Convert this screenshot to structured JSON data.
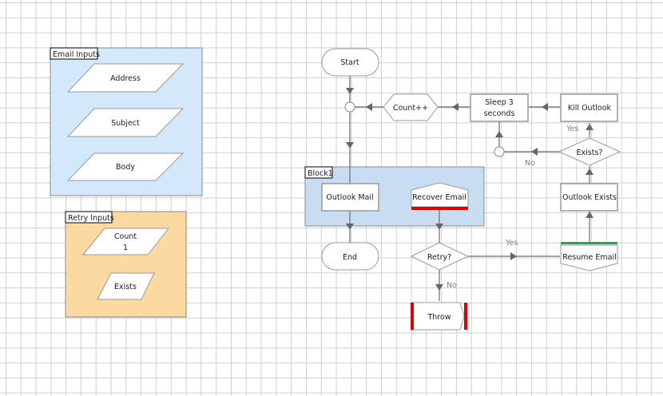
{
  "groups": {
    "email_inputs": {
      "title": "Email Inputs",
      "fill": "#d4e8fc",
      "items": [
        "Address",
        "Subject",
        "Body"
      ]
    },
    "retry_inputs": {
      "title": "Retry Inputs",
      "fill": "#fdd9a2",
      "items": [
        {
          "name": "Count",
          "value": "1"
        },
        {
          "name": "Exists",
          "value": ""
        }
      ]
    },
    "block1": {
      "title": "Block1",
      "fill": "#c9ddf2"
    }
  },
  "nodes": {
    "start": "Start",
    "end": "End",
    "count_inc": "Count++",
    "sleep_line1": "Sleep 3",
    "sleep_line2": "seconds",
    "kill_outlook": "Kill Outlook",
    "exists_decision": "Exists?",
    "outlook_exists": "Outlook Exists",
    "resume_email": "Resume Email",
    "outlook_mail": "Outlook Mail",
    "recover_email": "Recover Email",
    "retry_decision": "Retry?",
    "throw": "Throw"
  },
  "edge_labels": {
    "exists_yes": "Yes",
    "exists_no": "No",
    "retry_yes": "Yes",
    "retry_no": "No"
  },
  "colors": {
    "recover_marker": "#e60000",
    "resume_marker": "#22a852",
    "throw_marker": "#e60000",
    "line": "#6a6a6a",
    "shape_border": "#9a9a9a"
  }
}
